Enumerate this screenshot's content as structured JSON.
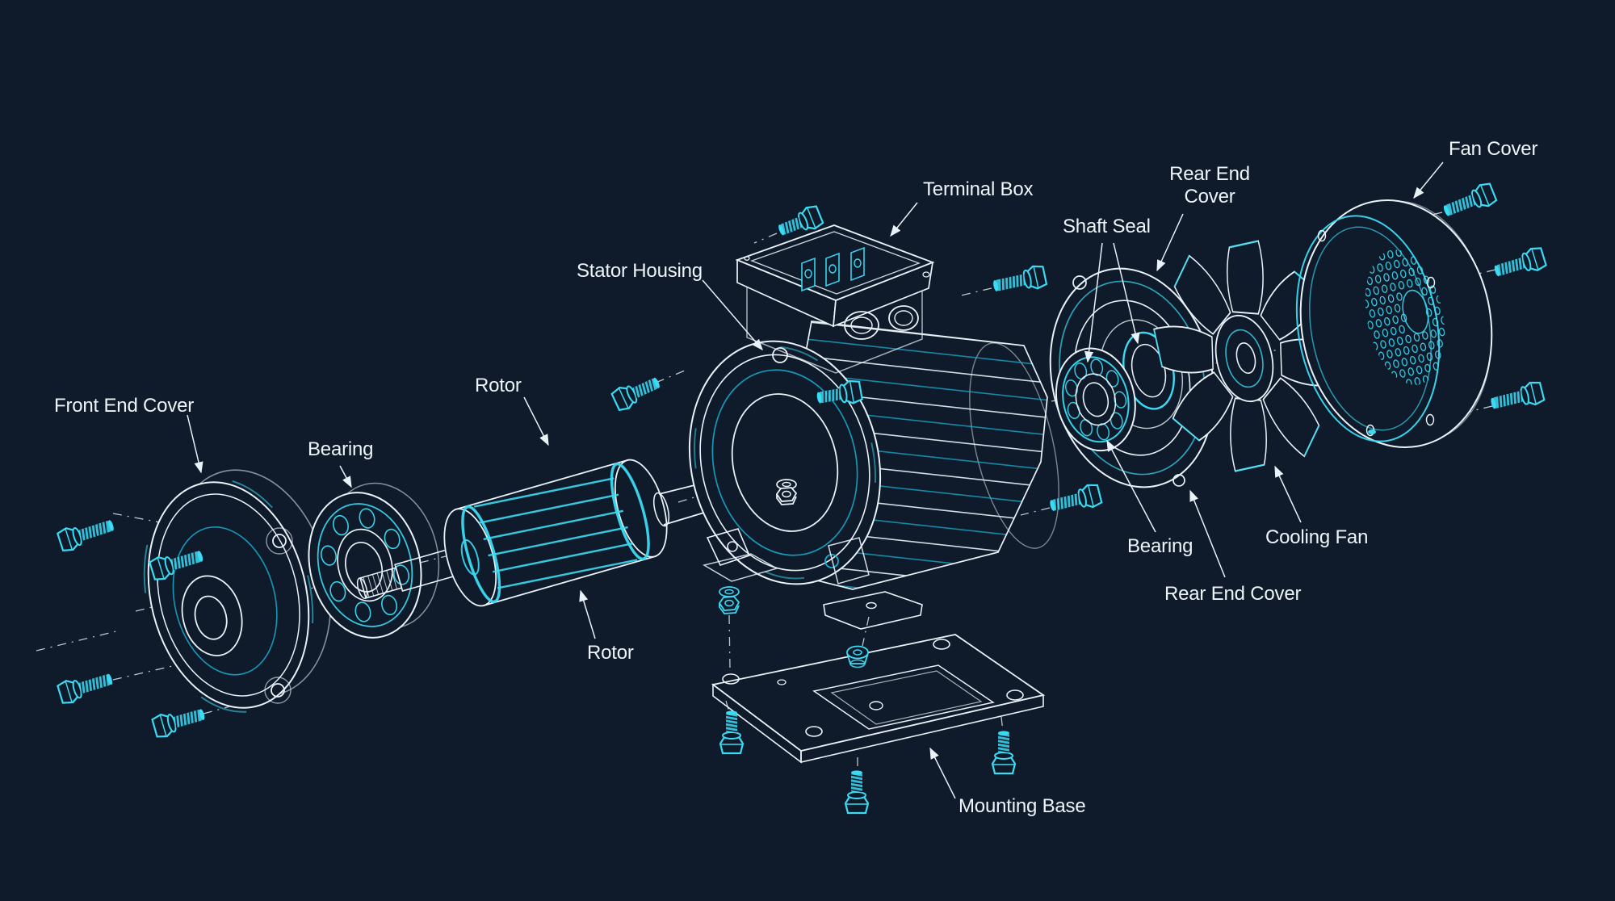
{
  "diagram": "exploded-view-electric-motor",
  "colors": {
    "background": "#0F1A2B",
    "line_white": "#E9F2F8",
    "accent_cyan": "#3ADCF4",
    "accent_cyan_dim": "#18AFD0",
    "label_text": "#EDF4FA"
  },
  "labels": {
    "front_end_cover": "Front End Cover",
    "bearing_left": "Bearing",
    "rotor_top": "Rotor",
    "rotor_bottom": "Rotor",
    "stator_housing": "Stator Housing",
    "terminal_box": "Terminal Box",
    "shaft_seal": "Shaft Seal",
    "rear_end_cover_top_line1": "Rear End",
    "rear_end_cover_top_line2": "Cover",
    "bearing_right": "Bearing",
    "cooling_fan": "Cooling Fan",
    "rear_end_cover_bottom": "Rear End Cover",
    "fan_cover": "Fan Cover",
    "mounting_base": "Mounting Base"
  }
}
